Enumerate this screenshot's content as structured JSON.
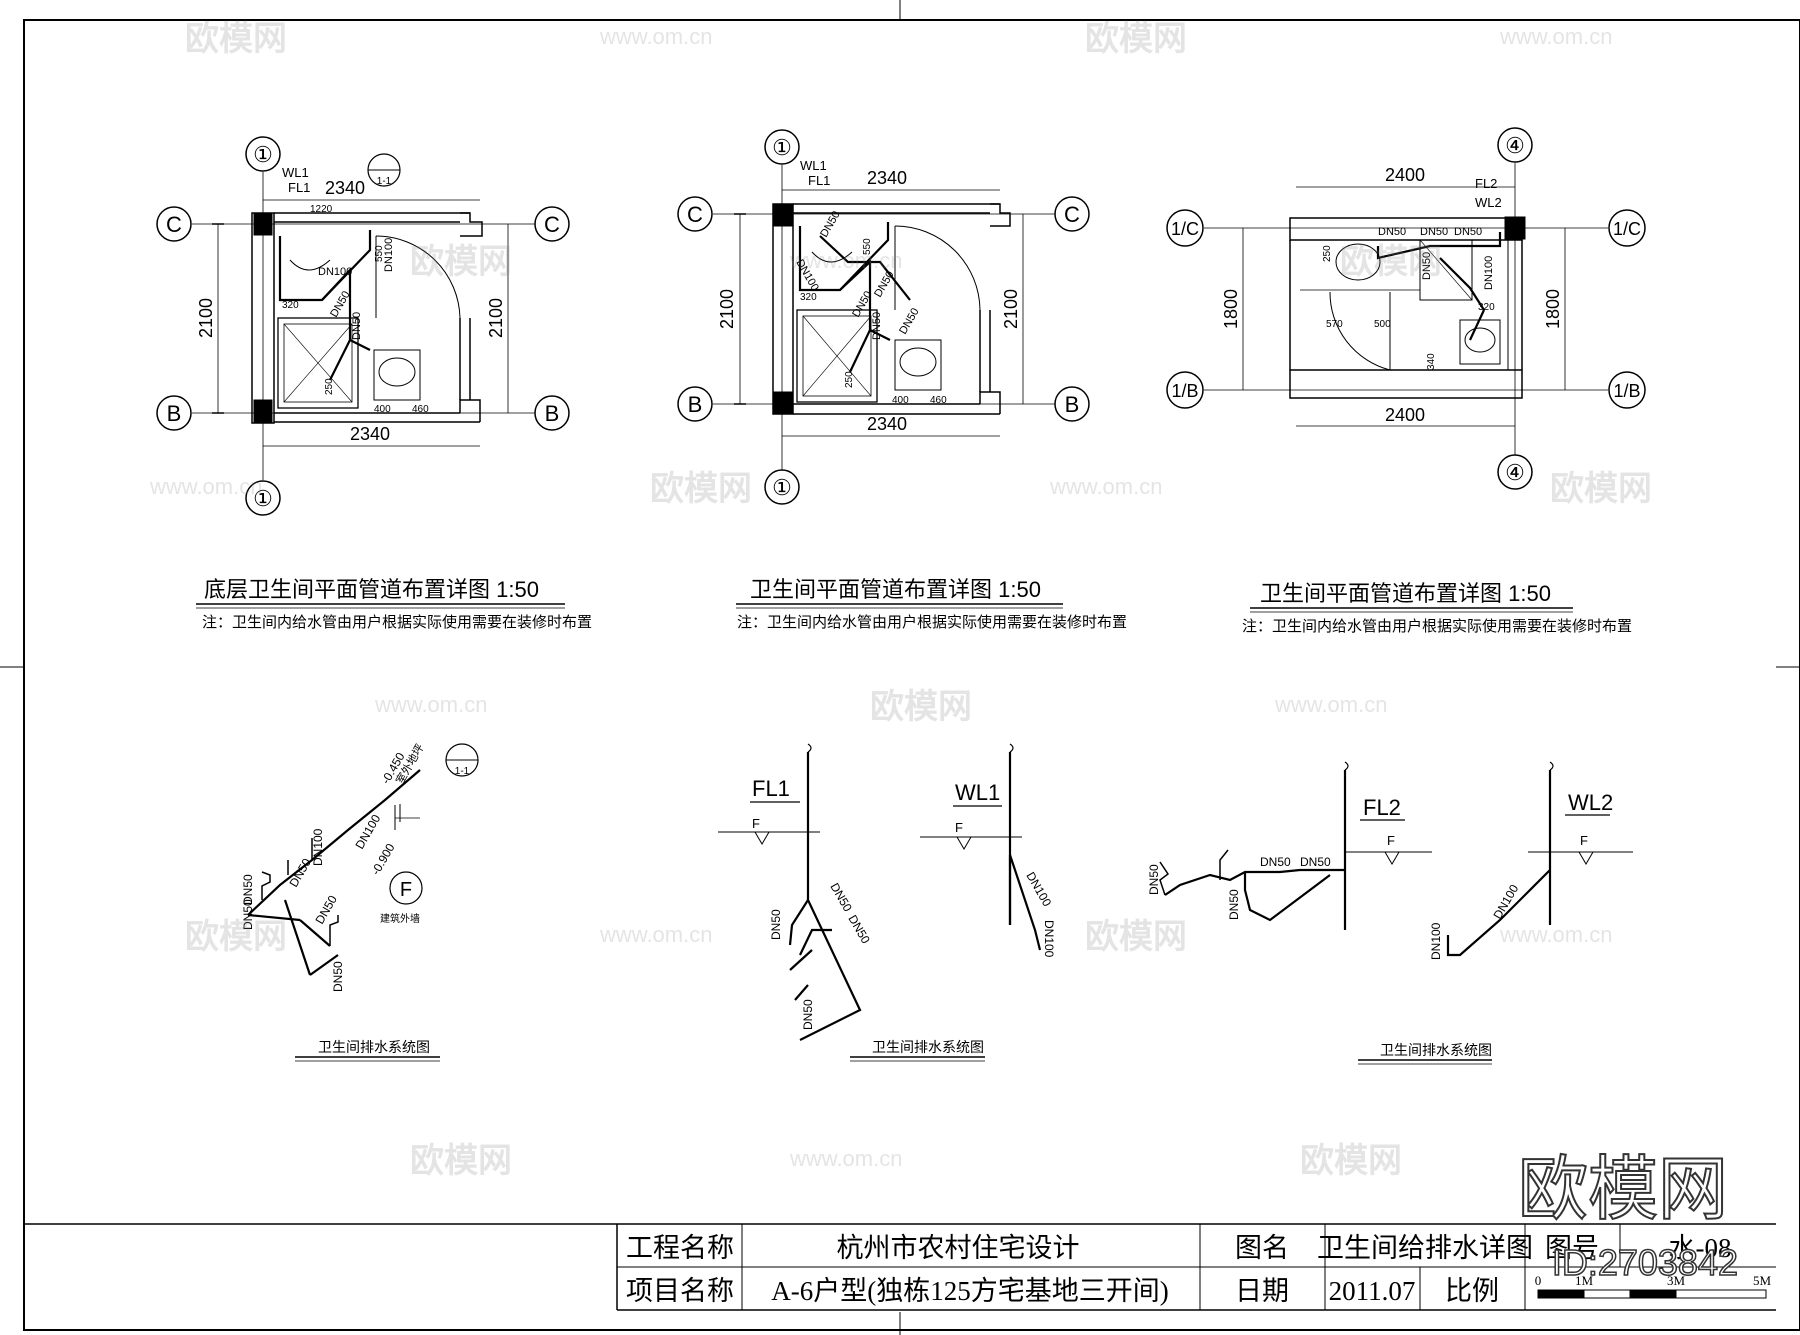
{
  "plans": [
    {
      "title": "底层卫生间平面管道布置详图 1:50",
      "note": "注：卫生间内给水管由用户根据实际使用需要在装修时布置",
      "grid_top": "①",
      "grid_bottom": "①",
      "grid_left_top": "C",
      "grid_left_bottom": "B",
      "grid_right_top": "C",
      "grid_right_bottom": "B",
      "dim_top": "2340",
      "dim_bottom": "2340",
      "dim_left": "2100",
      "dim_right": "2100",
      "pipe_labels": [
        "WL1",
        "FL1",
        "1220",
        "DN100",
        "DN100",
        "550",
        "320",
        "DN50",
        "DN50",
        "DN50",
        "250",
        "400",
        "460"
      ],
      "section_tag": "1-1"
    },
    {
      "title": "卫生间平面管道布置详图 1:50",
      "note": "注：卫生间内给水管由用户根据实际使用需要在装修时布置",
      "grid_top": "①",
      "grid_bottom": "①",
      "grid_left_top": "C",
      "grid_left_bottom": "B",
      "grid_right_top": "C",
      "grid_right_bottom": "B",
      "dim_top": "2340",
      "dim_bottom": "2340",
      "dim_left": "2100",
      "dim_right": "2100",
      "pipe_labels": [
        "WL1",
        "FL1",
        "DN50",
        "DN100",
        "DN50",
        "550",
        "320",
        "DN50",
        "DN50",
        "DN50",
        "250",
        "400",
        "460"
      ]
    },
    {
      "title": "卫生间平面管道布置详图 1:50",
      "note": "注：卫生间内给水管由用户根据实际使用需要在装修时布置",
      "grid_top": "④",
      "grid_bottom": "④",
      "grid_left_top": "1/C",
      "grid_left_bottom": "1/B",
      "grid_right_top": "1/C",
      "grid_right_bottom": "1/B",
      "dim_top": "2400",
      "dim_bottom": "2400",
      "dim_left": "1800",
      "dim_right": "1800",
      "pipe_labels": [
        "FL2",
        "WL2",
        "DN50",
        "DN50",
        "DN50",
        "250",
        "DN50",
        "DN100",
        "320",
        "570",
        "500",
        "340"
      ]
    }
  ],
  "systems": [
    {
      "title": "卫生间排水系统图",
      "labels": [
        "-0.450",
        "室外地坪",
        "DN100",
        "-0.900",
        "DN100",
        "DN50",
        "DN50",
        "DN50",
        "DN50",
        "DN50",
        "建筑外墙"
      ],
      "callout": "F",
      "section_tag": "1-1"
    },
    {
      "title": "卫生间排水系统图",
      "stacks": [
        "FL1",
        "WL1"
      ],
      "floor_mark": "F",
      "labels": [
        "DN50",
        "DN50",
        "DN50",
        "DN50",
        "DN100",
        "DN100"
      ]
    },
    {
      "title": "卫生间排水系统图",
      "stacks": [
        "FL2",
        "WL2"
      ],
      "floor_mark": "F",
      "labels": [
        "DN50",
        "DN50",
        "DN50",
        "DN50",
        "DN100",
        "DN100"
      ]
    }
  ],
  "title_block": {
    "project_label": "工程名称",
    "project_value": "杭州市农村住宅设计",
    "item_label": "项目名称",
    "item_value": "A-6户型(独栋125方宅基地三开间)",
    "drawing_name_label": "图名",
    "drawing_name_value": "卫生间给排水详图",
    "drawing_no_label": "图号",
    "drawing_no_value": "水-08",
    "date_label": "日期",
    "date_value": "2011.07",
    "scale_label": "比例",
    "scale_ticks": [
      "0",
      "1M",
      "3M",
      "5M"
    ]
  },
  "watermark": {
    "logo_text": "欧模网",
    "site_text": "www.om.cn",
    "brand_text": "欧模网",
    "id_text": "ID:2703842"
  }
}
